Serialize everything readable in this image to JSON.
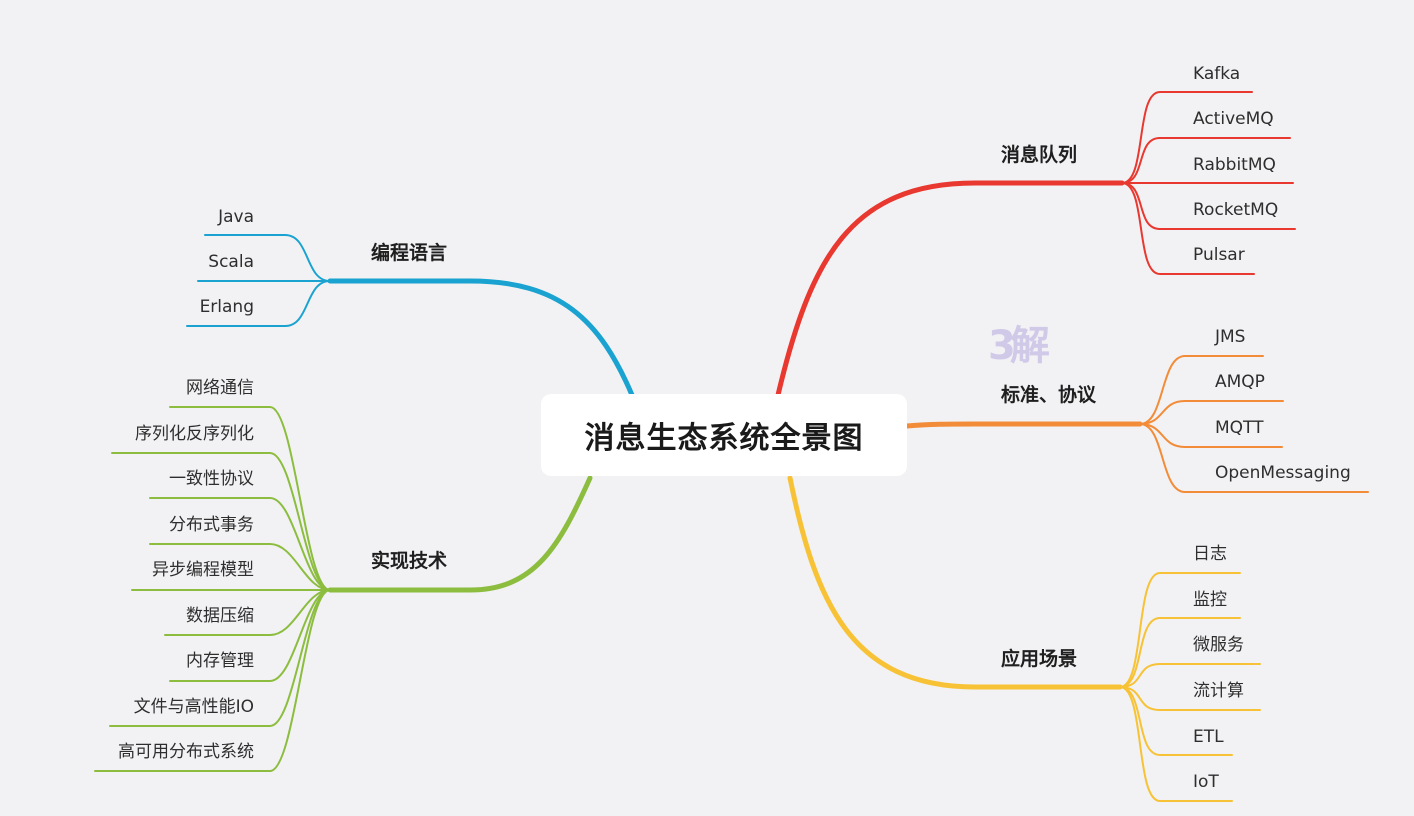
{
  "root": {
    "title": "消息生态系统全景图"
  },
  "watermark": "3解",
  "colors": {
    "red": "#e8382f",
    "orange": "#f28c38",
    "yellow": "#f7c235",
    "blue": "#1aa3d0",
    "green": "#8cbd3f"
  },
  "branches": {
    "queue": {
      "label": "消息队列",
      "leaves": [
        "Kafka",
        "ActiveMQ",
        "RabbitMQ",
        "RocketMQ",
        "Pulsar"
      ]
    },
    "protocol": {
      "label": "标准、协议",
      "leaves": [
        "JMS",
        "AMQP",
        "MQTT",
        "OpenMessaging"
      ]
    },
    "scenario": {
      "label": "应用场景",
      "leaves": [
        "日志",
        "监控",
        "微服务",
        "流计算",
        "ETL",
        "IoT"
      ]
    },
    "language": {
      "label": "编程语言",
      "leaves": [
        "Java",
        "Scala",
        "Erlang"
      ]
    },
    "tech": {
      "label": "实现技术",
      "leaves": [
        "网络通信",
        "序列化反序列化",
        "一致性协议",
        "分布式事务",
        "异步编程模型",
        "数据压缩",
        "内存管理",
        "文件与高性能IO",
        "高可用分布式系统"
      ]
    }
  }
}
